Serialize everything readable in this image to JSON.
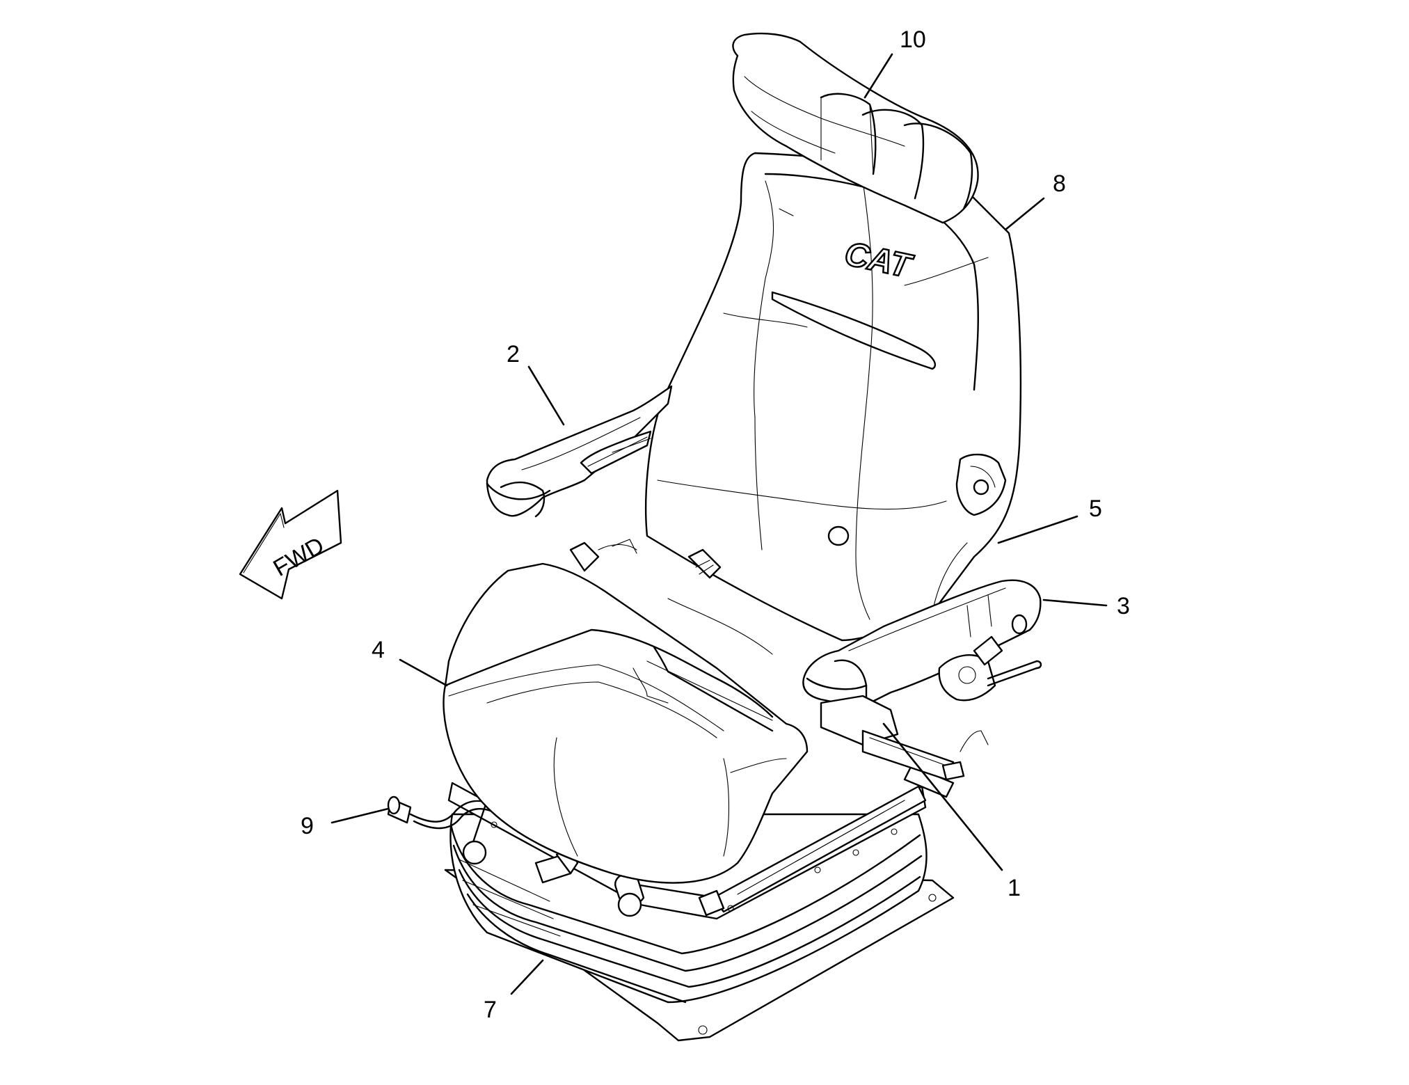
{
  "logo_text": "CAT",
  "direction_label": "FWD",
  "callouts": [
    {
      "id": "1",
      "label": "1"
    },
    {
      "id": "2",
      "label": "2"
    },
    {
      "id": "3",
      "label": "3"
    },
    {
      "id": "4",
      "label": "4"
    },
    {
      "id": "5",
      "label": "5"
    },
    {
      "id": "7",
      "label": "7"
    },
    {
      "id": "8",
      "label": "8"
    },
    {
      "id": "9",
      "label": "9"
    },
    {
      "id": "10",
      "label": "10"
    }
  ]
}
